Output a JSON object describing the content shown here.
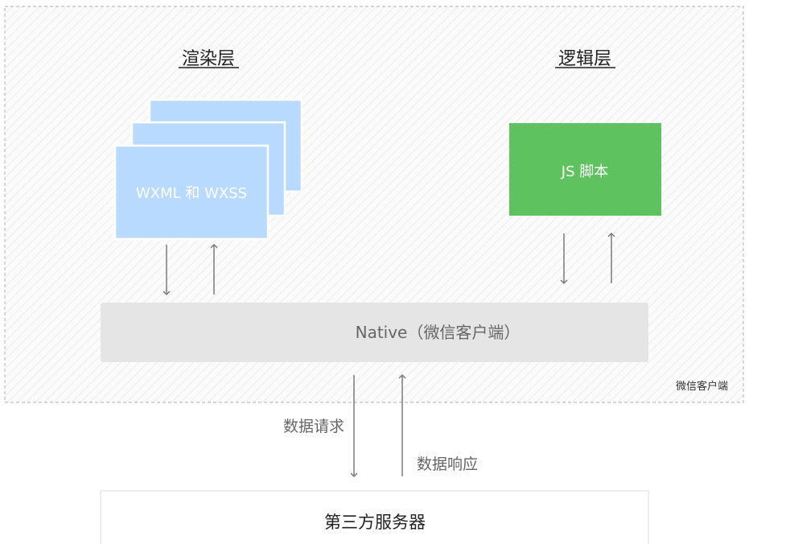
{
  "client_area": {
    "caption": "微信客户端"
  },
  "render_layer": {
    "title": "渲染层",
    "box_label": "WXML 和 WXSS"
  },
  "logic_layer": {
    "title": "逻辑层",
    "box_label": "JS 脚本"
  },
  "native": {
    "label": "Native（微信客户端）"
  },
  "requests": {
    "request_label": "数据请求",
    "response_label": "数据响应"
  },
  "server": {
    "label": "第三方服务器"
  },
  "colors": {
    "render_fill": "#b8daff",
    "logic_fill": "#5ec35e",
    "native_fill": "#e5e5e5",
    "arrow": "#7a7a7a",
    "dashed_border": "#bdbdbd",
    "text_dark": "#222222",
    "text_gray": "#666666"
  }
}
